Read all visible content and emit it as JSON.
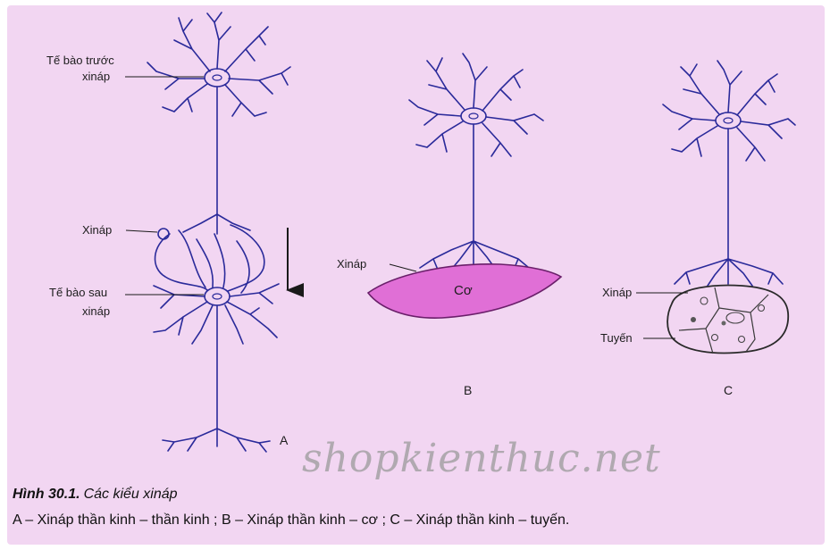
{
  "labels": {
    "presynaptic_cell": [
      "Tế bào trước",
      "xináp"
    ],
    "synapse_a": "Xináp",
    "postsynaptic_cell": [
      "Tế bào sau",
      "xináp"
    ],
    "synapse_b": "Xináp",
    "muscle": "Cơ",
    "synapse_c": "Xináp",
    "gland": "Tuyến",
    "letter_a": "A",
    "letter_b": "B",
    "letter_c": "C"
  },
  "watermark": "shopkienthuc.net",
  "caption": {
    "title": "Hình 30.1.",
    "subtitle": "Các kiểu xináp",
    "legend": "A – Xináp thần kinh – thần kinh ; B – Xináp thần kinh – cơ ; C – Xináp thần kinh – tuyến."
  },
  "colors": {
    "background": "#f2d6f2",
    "neuron": "#2a2a9a",
    "muscle_fill": "#e06fd6",
    "muscle_stroke": "#6a1f6a"
  }
}
